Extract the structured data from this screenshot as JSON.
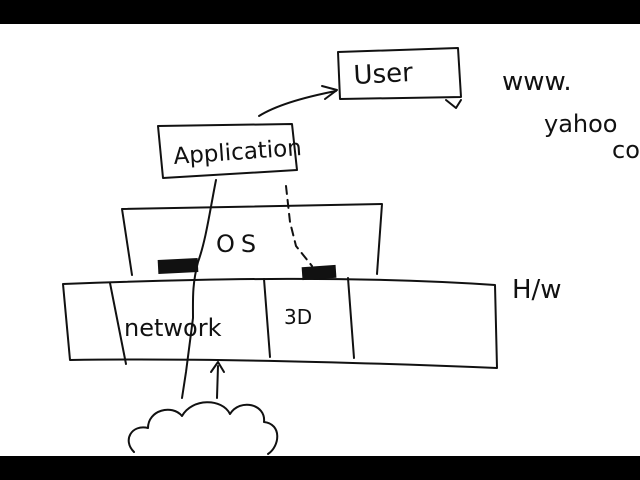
{
  "colors": {
    "bar": "#000000",
    "board": "#ffffff",
    "ink": "#111111"
  },
  "labels": {
    "user": "User",
    "application": "Application",
    "os": "OS",
    "network": "network",
    "threed": "3D",
    "hw": "H/w",
    "url_line1": "www.",
    "url_line2": "yahoo",
    "url_line3": "co"
  }
}
